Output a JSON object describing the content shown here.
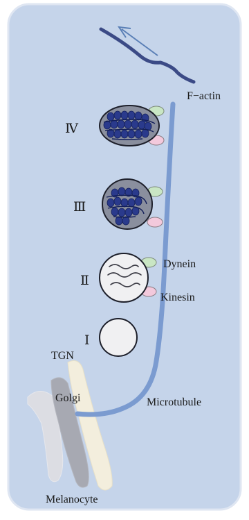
{
  "labels": {
    "f_actin": "F−actin",
    "dynein": "Dynein",
    "kinesin": "Kinesin",
    "tgn": "TGN",
    "golgi": "Golgi",
    "microtubule": "Microtubule",
    "melanocyte": "Melanocyte"
  },
  "stages": {
    "stage_1": "Ⅰ",
    "stage_2": "Ⅱ",
    "stage_3": "Ⅲ",
    "stage_4": "Ⅳ"
  },
  "colors": {
    "cell_fill": "#c5d4ea",
    "cell_stroke": "#dfe6f2",
    "microtubule": "#7b9bd0",
    "f_actin": "#3b4a86",
    "arrow": "#5a7fb6",
    "melanin": "#2a3a8c",
    "stage_iii_iv_fill": "#8a8f9e",
    "stage_i_ii_fill": "#f0f0f2",
    "dynein": "#c9e6c4",
    "kinesin": "#f3c9dc",
    "golgi_light": "#f3eedd",
    "golgi_mid": "#a7a9b2",
    "golgi_pale": "#dcdde3"
  }
}
